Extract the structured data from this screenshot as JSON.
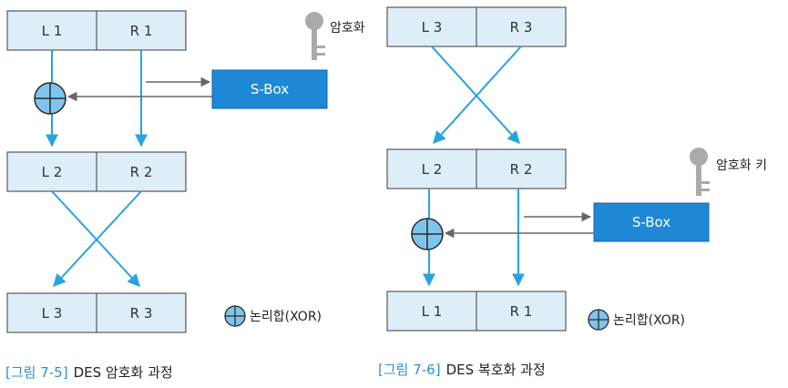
{
  "left": {
    "row1": {
      "l": "L 1",
      "r": "R 1"
    },
    "row2": {
      "l": "L 2",
      "r": "R 2"
    },
    "row3": {
      "l": "L 3",
      "r": "R 3"
    },
    "sbox": "S-Box",
    "key": "암호화",
    "legend": "논리합(XOR)",
    "caption_label": "[그림 7-5]",
    "caption_text": "DES 암호화 과정"
  },
  "right": {
    "row1": {
      "l": "L 3",
      "r": "R 3"
    },
    "row2": {
      "l": "L 2",
      "r": "R 2"
    },
    "row3": {
      "l": "L 1",
      "r": "R 1"
    },
    "sbox": "S-Box",
    "key": "암호화 키",
    "legend": "논리합(XOR)",
    "caption_label": "[그림 7-6]",
    "caption_text": "DES 복호화 과정"
  }
}
